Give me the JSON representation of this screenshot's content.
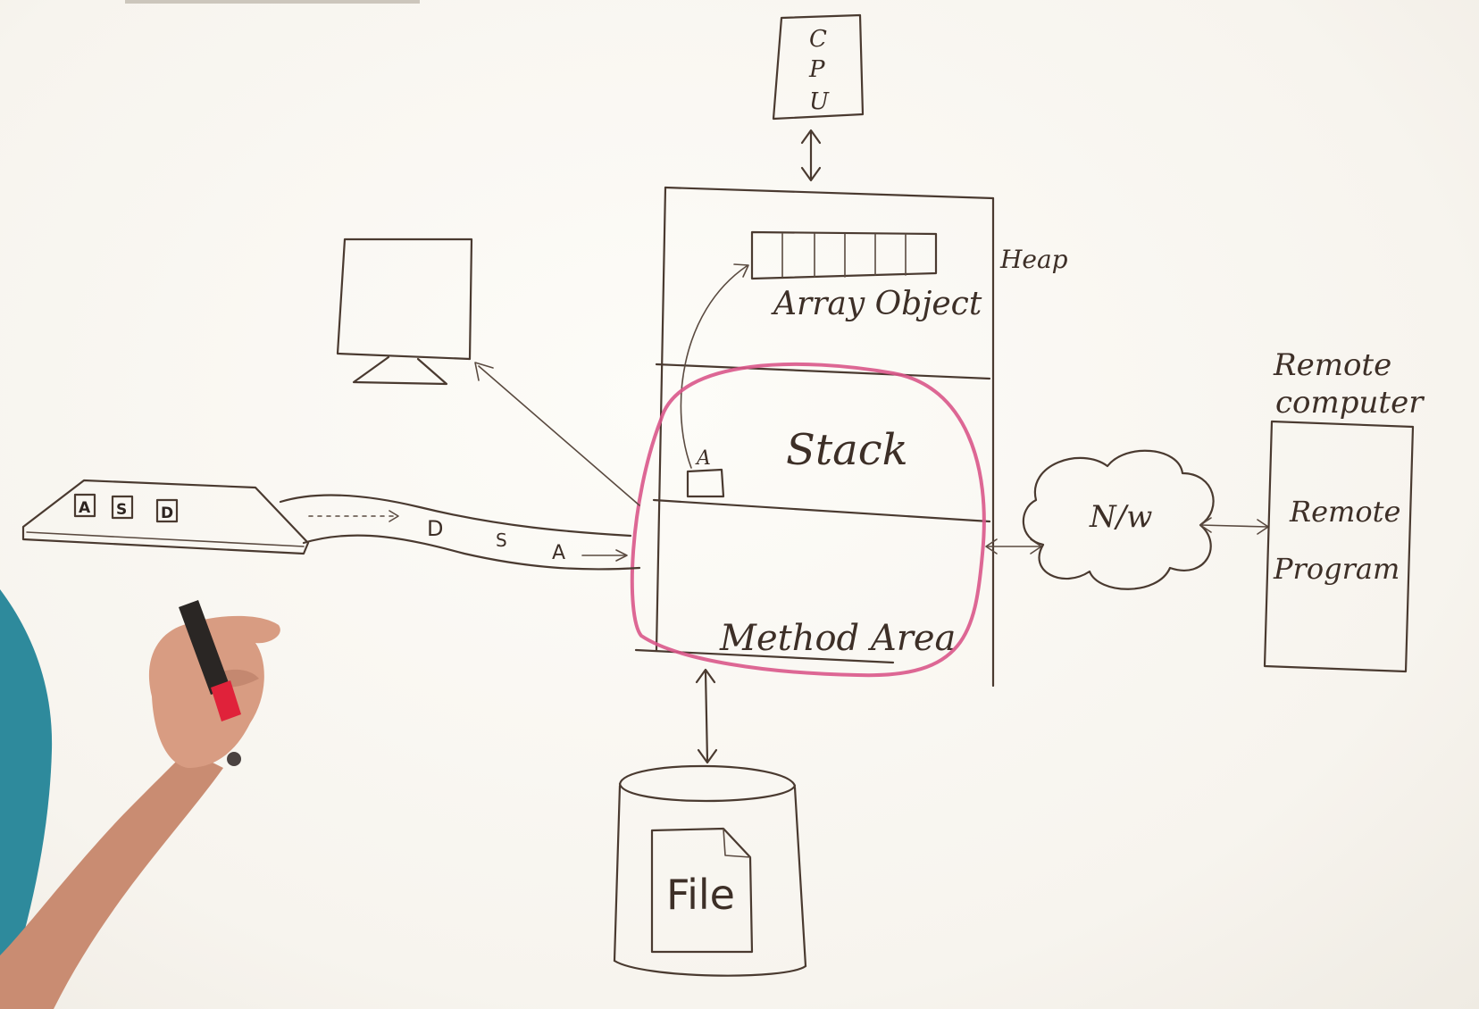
{
  "diagram": {
    "labels": {
      "cpu": [
        "C",
        "P",
        "U"
      ],
      "heap": "Heap",
      "array_object": "Array Object",
      "stack": "Stack",
      "stack_var": "A",
      "method_area": "Method Area",
      "network": "N/w",
      "remote_computer": [
        "Remote",
        "computer"
      ],
      "remote_program": [
        "Remote",
        "Program"
      ],
      "file": "File",
      "keys": [
        "A",
        "S",
        "D"
      ],
      "stream_chars": [
        "D",
        "S",
        "A"
      ]
    },
    "colors": {
      "ink": "#4a3a30",
      "highlight": "#d9568a",
      "board": "#fbf9f4",
      "shirt": "#2e8a9c",
      "skin": "#d89c82",
      "marker_cap": "#e0223a"
    },
    "icons": [
      "monitor-icon",
      "keyboard-icon",
      "file-document-icon",
      "cloud-icon",
      "database-cylinder-icon"
    ]
  }
}
